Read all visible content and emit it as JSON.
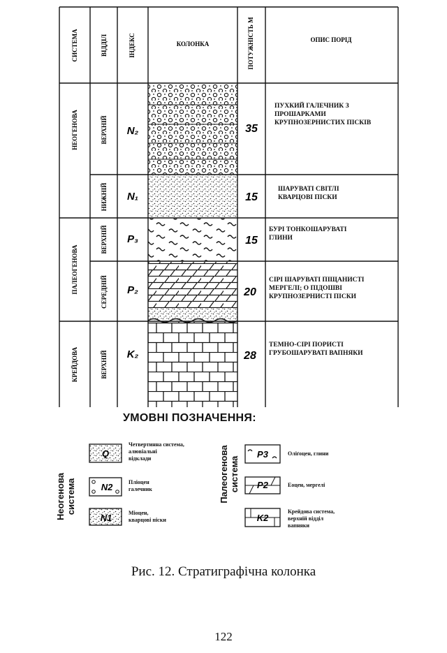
{
  "headers": {
    "system": "СИСТЕМА",
    "division": "ВІДДІЛ",
    "index": "ІНДЕКС",
    "column": "КОЛОНКА",
    "thickness": "ПОТУЖНІСТЬ М",
    "description": "ОПИС ПОРІД"
  },
  "systems": [
    "НЕОГЕНОВА",
    "ПАЛЕОГЕНОВА",
    "КРЕЙДОВА"
  ],
  "layers": [
    {
      "division": "ВЕРХНІЙ",
      "index": "N₂",
      "thickness": "35",
      "description": "ПУХКИЙ ГАЛЕЧНИК З\nПРОШАРКАМИ\nКРУПНОЗЕРНИСТИХ ПІСКІВ"
    },
    {
      "division": "НИЖНІЙ",
      "index": "N₁",
      "thickness": "15",
      "description": "ШАРУВАТІ СВІТЛІ\nКВАРЦОВІ ПІСКИ"
    },
    {
      "division": "ВЕРХНІЙ",
      "index": "P₃",
      "thickness": "15",
      "description": "БУРІ ТОНКОШАРУВАТІ\nГЛИНИ"
    },
    {
      "division": "СЕРЕДНІЙ",
      "index": "P₂",
      "thickness": "20",
      "description": "СІРІ ШАРУВАТІ ПІЩАНИСТІ\nМЕРГЕЛІ; О ПІДОШВІ\nКРУПНОЗЕРНИСТІ ПІСКИ"
    },
    {
      "division": "ВЕРХНІЙ",
      "index": "K₂",
      "thickness": "28",
      "description": "ТЕМНО-СІРІ ПОРИСТІ\nГРУБОШАРУВАТІ ВАПНЯКИ"
    }
  ],
  "legend": {
    "title": "УМОВНІ ПОЗНАЧЕННЯ:",
    "neogene_label": "Неогенова\nсистема",
    "paleogene_label": "Палеогенова\nсистема",
    "items": [
      {
        "symbol": "Q",
        "text": "Четвертинна система,\nалювіальні\nвідклади"
      },
      {
        "symbol": "N2",
        "text": "Пліоцен\nгалечник"
      },
      {
        "symbol": "N1",
        "text": "Міоцен,\nкварцові піски"
      },
      {
        "symbol": "P3",
        "text": "Оліґоцен, глини"
      },
      {
        "symbol": "P2",
        "text": "Еоцен, мергелі"
      },
      {
        "symbol": "K2",
        "text": "Крейдова система,\nверхній відділ\nвапняки"
      }
    ]
  },
  "caption": "Рис. 12. Стратиграфічна колонка",
  "page_number": "122"
}
